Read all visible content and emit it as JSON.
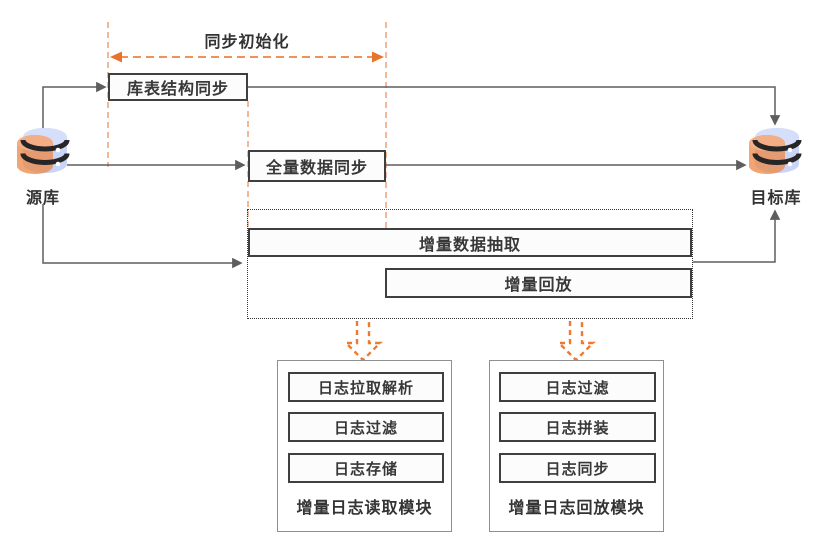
{
  "diagram": {
    "phase_label": "同步初始化",
    "nodes": {
      "source_db_label": "源库",
      "target_db_label": "目标库",
      "schema_sync": "库表结构同步",
      "full_data_sync": "全量数据同步",
      "incremental_extract": "增量数据抽取",
      "incremental_replay": "增量回放"
    },
    "log_reader_module": {
      "label": "增量日志读取模块",
      "items": [
        "日志拉取解析",
        "日志过滤",
        "日志存储"
      ]
    },
    "log_replay_module": {
      "label": "增量日志回放模块",
      "items": [
        "日志过滤",
        "日志拼装",
        "日志同步"
      ]
    },
    "colors": {
      "accent_orange": "#ED7B2F",
      "dash_orange": "#F09A6C",
      "line_gray": "#5E5E5E",
      "db_blue": "#C9D4F7",
      "db_orange": "#ED8A4D"
    }
  }
}
